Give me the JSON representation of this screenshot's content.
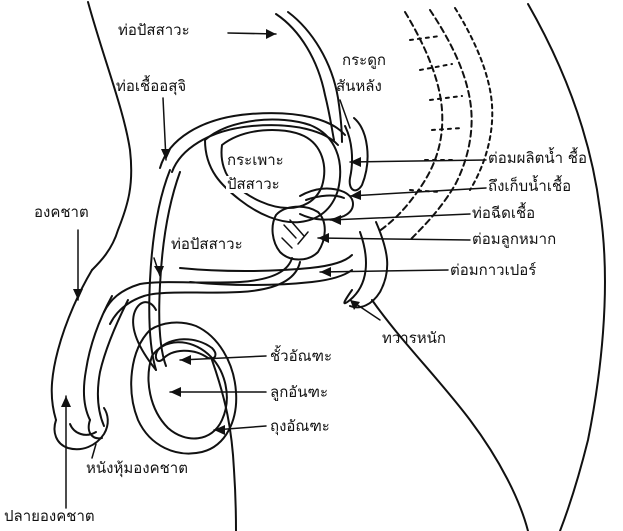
{
  "diagram": {
    "colors": {
      "ink": "#111111",
      "paper": "#ffffff"
    },
    "labels": {
      "urethra_top": "ท่อปัสสาวะ",
      "vas_deferens": "ท่อเชื้ออสุจิ",
      "tailbone": "กระดูก",
      "tailbone_2": "สันหลัง",
      "bladder": "กระเพาะ",
      "bladder_2": "ปัสสาวะ",
      "sperm_gland": "ต่อมผลิตน้ำ ชื้อ",
      "seminal_vesicle": "ถึงเก็บน้ำเชื้อ",
      "ejaculatory_duct": "ท่อฉีดเชื้อ",
      "prostate": "ต่อมลูกหมาก",
      "urethra_mid": "ท่อปัสสาวะ",
      "cowper_gland": "ต่อมกาวเปอร์",
      "anus": "ทวารหนัก",
      "penis": "องคชาต",
      "epididymis": "ชั้วอัณฑะ",
      "testis": "ลูกอันฑะ",
      "scrotum": "ถุงอัณฑะ",
      "foreskin": "หนังหุ้มองคชาต",
      "glans": "ปลายองคชาต"
    }
  }
}
